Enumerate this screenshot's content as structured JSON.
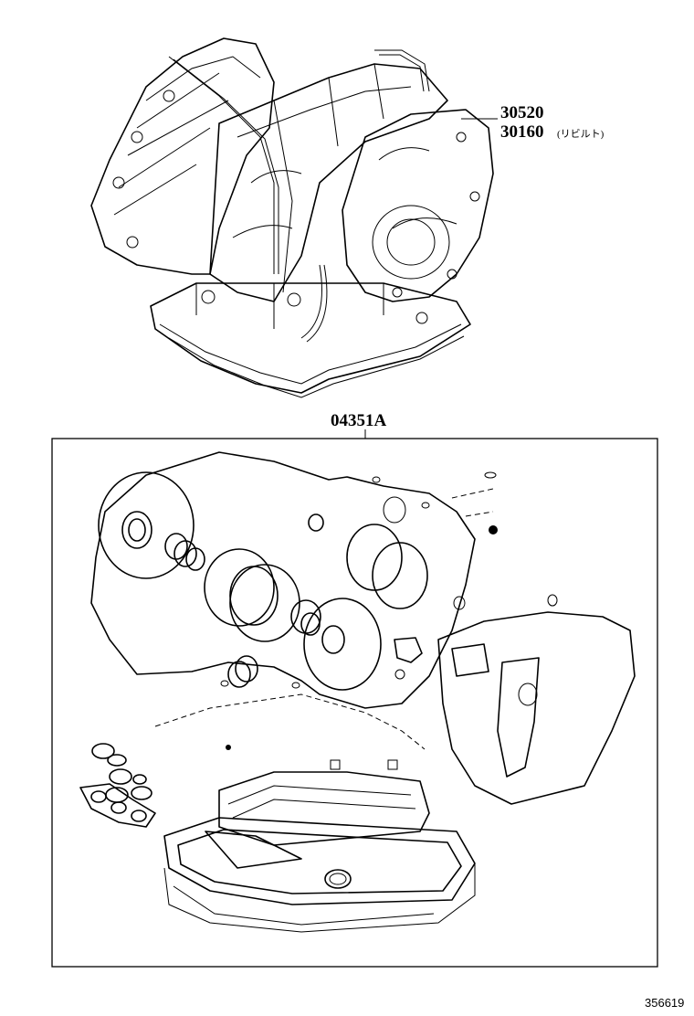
{
  "labels": {
    "part_30520": "30520",
    "part_30160": "30160",
    "part_30160_note": "(リビルト)",
    "kit_04351A": "04351A",
    "figure_code": "356619"
  }
}
